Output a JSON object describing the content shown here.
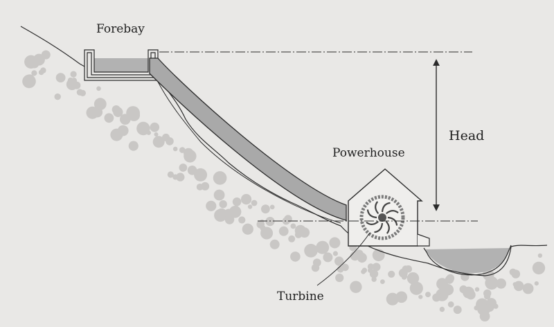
{
  "labels": {
    "forebay": "Forebay",
    "powerhouse": "Powerhouse",
    "head": "Head",
    "turbine": "Turbine"
  },
  "colors": {
    "background": "#e9e8e6",
    "water": "#b2b2b2",
    "penstock": "#a9a9a9",
    "pebble": "#c9c7c5",
    "line": "#2a2a2a"
  }
}
